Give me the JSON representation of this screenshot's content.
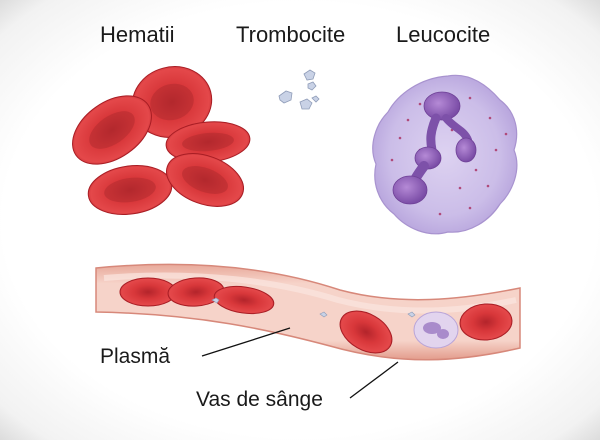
{
  "labels": {
    "hematii": "Hematii",
    "trombocite": "Trombocite",
    "leucocite": "Leucocite",
    "plasma": "Plasmă",
    "vas": "Vas de sânge"
  },
  "colors": {
    "rbc": "#d8373a",
    "rbc_dark": "#a81d24",
    "platelet": "#b8c4dc",
    "leukocyte": "#c7b8e6",
    "nucleus": "#8f62b8",
    "vessel_wall": "#f3c4b6",
    "plasma": "#f6d8cf"
  }
}
